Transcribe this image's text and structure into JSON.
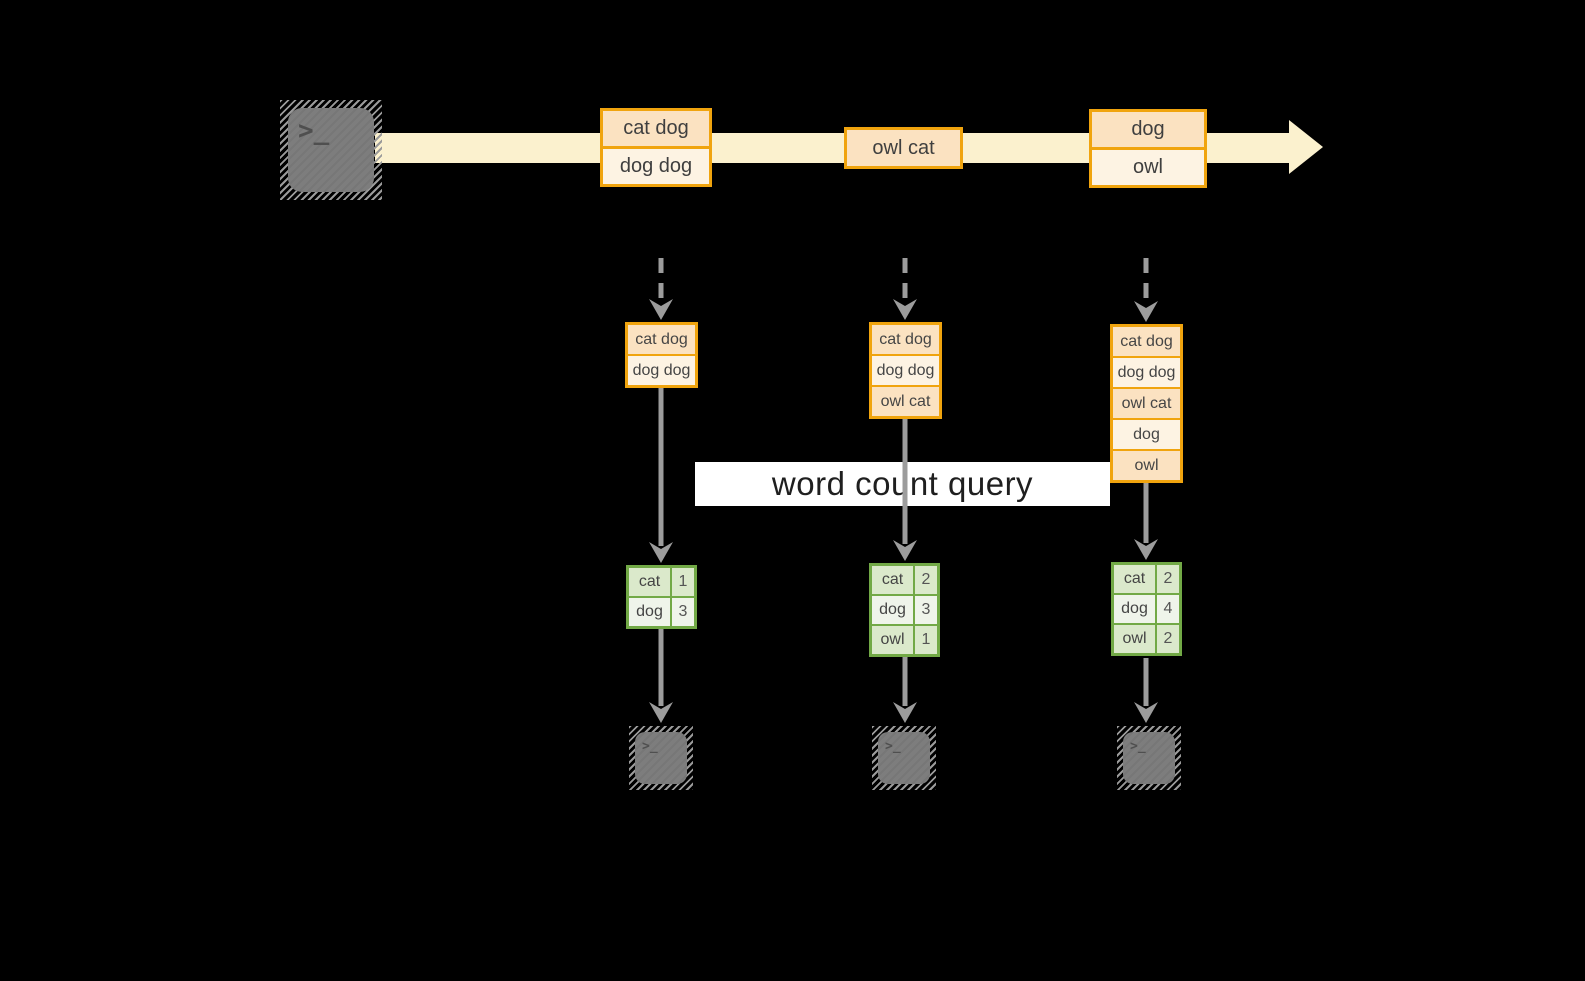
{
  "stream": {
    "records": [
      {
        "lines": [
          "cat dog",
          "dog dog"
        ]
      },
      {
        "lines": [
          "owl cat"
        ]
      },
      {
        "lines": [
          "dog",
          "owl"
        ]
      }
    ]
  },
  "query": {
    "label": "word count query"
  },
  "columns": [
    {
      "buffer": [
        "cat dog",
        "dog dog"
      ],
      "counts": [
        {
          "word": "cat",
          "count": "1"
        },
        {
          "word": "dog",
          "count": "3"
        }
      ]
    },
    {
      "buffer": [
        "cat dog",
        "dog dog",
        "owl cat"
      ],
      "counts": [
        {
          "word": "cat",
          "count": "2"
        },
        {
          "word": "dog",
          "count": "3"
        },
        {
          "word": "owl",
          "count": "1"
        }
      ]
    },
    {
      "buffer": [
        "cat dog",
        "dog dog",
        "owl cat",
        "dog",
        "owl"
      ],
      "counts": [
        {
          "word": "cat",
          "count": "2"
        },
        {
          "word": "dog",
          "count": "4"
        },
        {
          "word": "owl",
          "count": "2"
        }
      ]
    }
  ],
  "icons": {
    "terminal_prompt": ">_"
  },
  "colors": {
    "background": "#000000",
    "stream_band": "#FBF1CE",
    "record_border": "#F0A40E",
    "record_cell_peach": "#FBE2C1",
    "record_cell_cream": "#FDF3E3",
    "counts_border": "#72A946",
    "counts_row_dark": "#DBE9CB",
    "counts_row_light": "#EFF4EA",
    "arrow_gray": "#9C9C9C",
    "terminal_gray": "#7D7D7D",
    "query_bg": "#FFFFFF",
    "query_text": "#1F1F1F"
  }
}
